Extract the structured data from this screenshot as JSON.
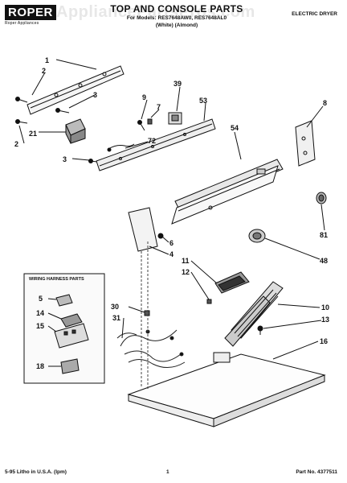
{
  "header": {
    "brand": "ROPER",
    "brand_sub": "Roper Appliances",
    "watermark": "AppliancePartsPros.com",
    "title": "TOP AND CONSOLE PARTS",
    "models": "For Models: RES7648AW0, RES7648AL0",
    "colors": "(White)   (Almond)",
    "product": "ELECTRIC DRYER"
  },
  "harness": {
    "title": "WIRING HARNESS PARTS",
    "parts": [
      "5",
      "14",
      "15",
      "18"
    ]
  },
  "callouts": [
    "1",
    "2",
    "3",
    "21",
    "2",
    "3",
    "39",
    "9",
    "7",
    "53",
    "8",
    "72",
    "54",
    "81",
    "6",
    "4",
    "48",
    "11",
    "12",
    "10",
    "30",
    "13",
    "31",
    "16"
  ],
  "footer": {
    "left": "5-95 Litho in U.S.A. (lpm)",
    "center": "1",
    "right": "Part No. 4377511"
  }
}
